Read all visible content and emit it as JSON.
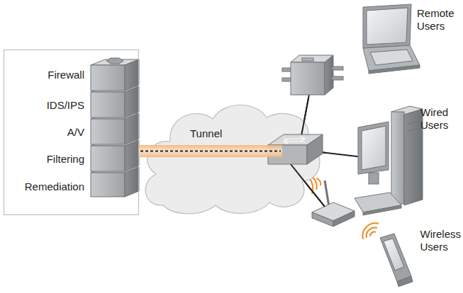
{
  "diagram": {
    "nodes": [
      {
        "text": [
          "Firewall",
          "IDS/IPS",
          "A/V",
          "Filtering",
          "Remediation"
        ]
      },
      {
        "text": [
          "Tunnel"
        ]
      }
    ],
    "labels": [
      "Remote Users",
      "Wired Users",
      "Wireless Users"
    ]
  }
}
